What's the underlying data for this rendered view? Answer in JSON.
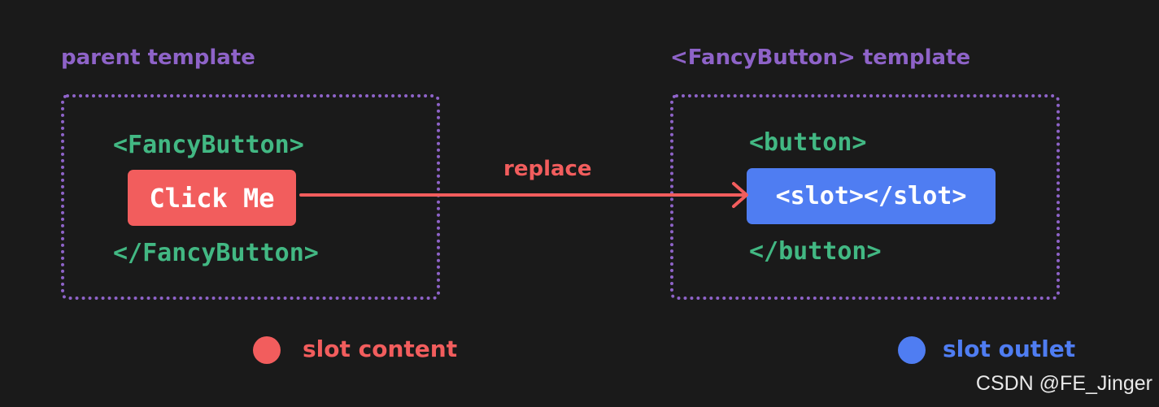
{
  "panels": {
    "parent": {
      "title": "parent template",
      "code_open": "<FancyButton>",
      "content_chip": "Click Me",
      "code_close": "</FancyButton>"
    },
    "fancy": {
      "title": "<FancyButton> template",
      "code_open": "<button>",
      "outlet_chip": "<slot></slot>",
      "code_close": "</button>"
    }
  },
  "arrow": {
    "label": "replace"
  },
  "legend": {
    "content": "slot content",
    "outlet": "slot outlet"
  },
  "watermark": "CSDN @FE_Jinger",
  "colors": {
    "background": "#1a1a1a",
    "purple": "#8e63c8",
    "green": "#42b883",
    "red": "#f25d5d",
    "blue": "#4f7df2"
  }
}
